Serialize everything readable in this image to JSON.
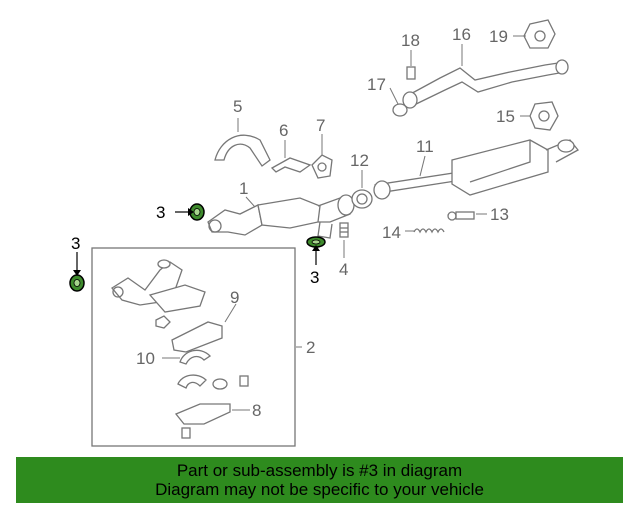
{
  "diagram": {
    "callouts": {
      "c1": "1",
      "c2": "2",
      "c3a": "3",
      "c3b": "3",
      "c3c": "3",
      "c4": "4",
      "c5": "5",
      "c6": "6",
      "c7": "7",
      "c8": "8",
      "c9": "9",
      "c10": "10",
      "c11": "11",
      "c12": "12",
      "c13": "13",
      "c14": "14",
      "c15": "15",
      "c16": "16",
      "c17": "17",
      "c18": "18",
      "c19": "19"
    },
    "highlighted_part": "3",
    "highlight_color": "#2e8b1e"
  },
  "banner": {
    "line1": "Part or sub-assembly is #3 in diagram",
    "line2": "Diagram may not be specific to your vehicle",
    "background": "#2e8b1e"
  }
}
